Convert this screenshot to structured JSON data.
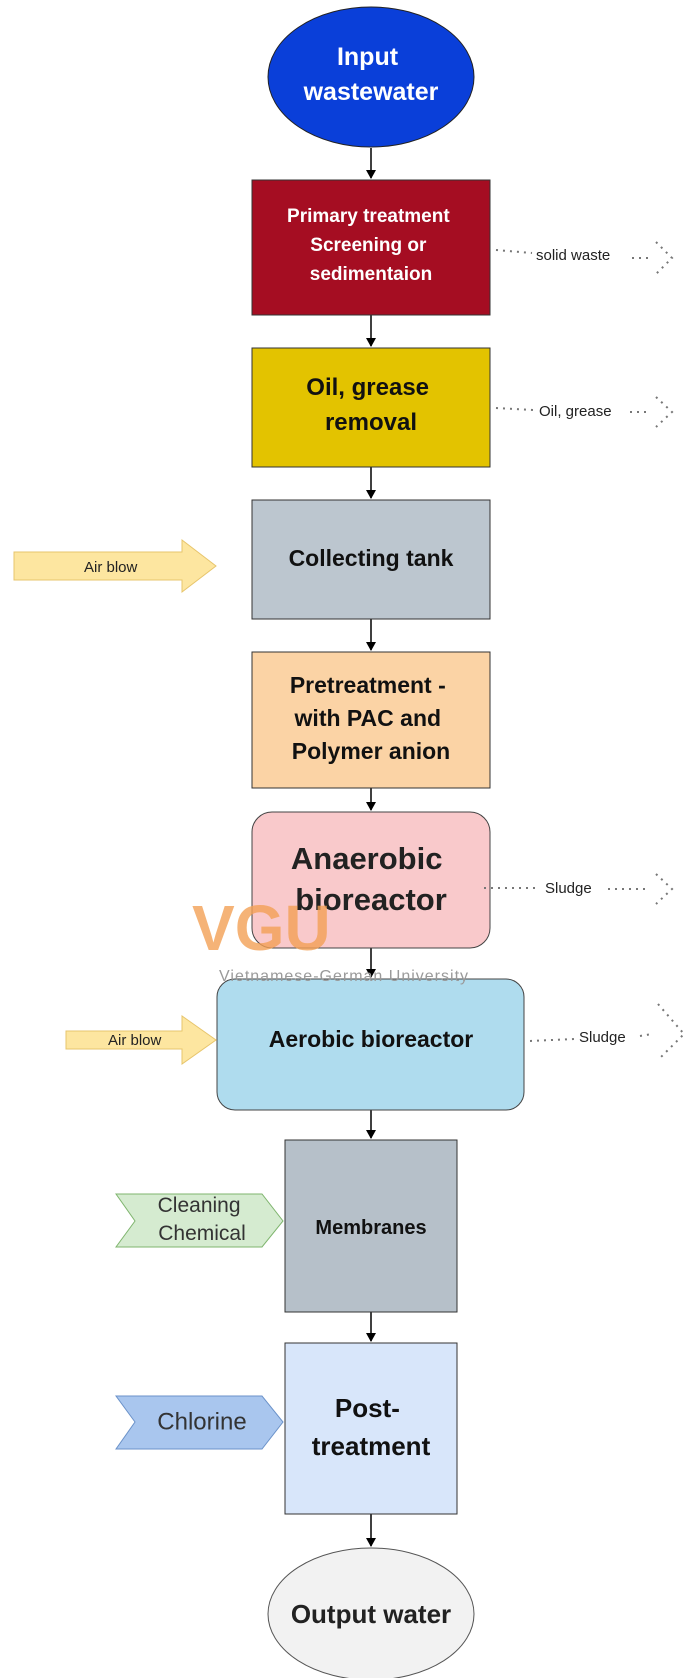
{
  "nodes": {
    "input": {
      "lines": [
        "Input",
        "wastewater"
      ]
    },
    "primary": {
      "lines": [
        "Primary treatment",
        "Screening or",
        "sedimentaion"
      ]
    },
    "oil": {
      "lines": [
        "Oil, grease",
        "removal"
      ]
    },
    "collecting": {
      "lines": [
        "Collecting tank"
      ]
    },
    "pretreatment": {
      "lines": [
        "Pretreatment -",
        "with PAC and",
        "Polymer anion"
      ]
    },
    "anaerobic": {
      "lines": [
        "Anaerobic",
        "bioreactor"
      ]
    },
    "aerobic": {
      "lines": [
        "Aerobic bioreactor"
      ]
    },
    "membranes": {
      "lines": [
        "Membranes"
      ]
    },
    "post": {
      "lines": [
        "Post-",
        "treatment"
      ]
    },
    "output": {
      "lines": [
        "Output water"
      ]
    }
  },
  "side_outputs": {
    "solid_waste": "solid waste",
    "oil_grease": "Oil, grease",
    "sludge_anaerobic": "Sludge",
    "sludge_aerobic": "Sludge"
  },
  "side_inputs": {
    "air_blow_collecting": "Air blow",
    "air_blow_aerobic": "Air blow",
    "cleaning_chemical": [
      "Cleaning",
      "Chemical"
    ],
    "chlorine": "Chlorine"
  },
  "watermark": {
    "logo": "VGU",
    "subtitle": "Vietnamese-German University"
  },
  "colors": {
    "input": "#0a3fd9",
    "primary": "#a50d22",
    "oil": "#e3c300",
    "collecting": "#bcc6cf",
    "pretreatment": "#fbd3a5",
    "anaerobic": "#f9c9cb",
    "aerobic": "#afdcee",
    "membranes": "#b6c0c9",
    "post": "#d8e6fa",
    "output": "#f2f2f2",
    "air_arrow": "#fde6a0",
    "cleaning": "#d5ebd0",
    "chlorine": "#a9c6ee",
    "watermark": "#f2a055"
  }
}
